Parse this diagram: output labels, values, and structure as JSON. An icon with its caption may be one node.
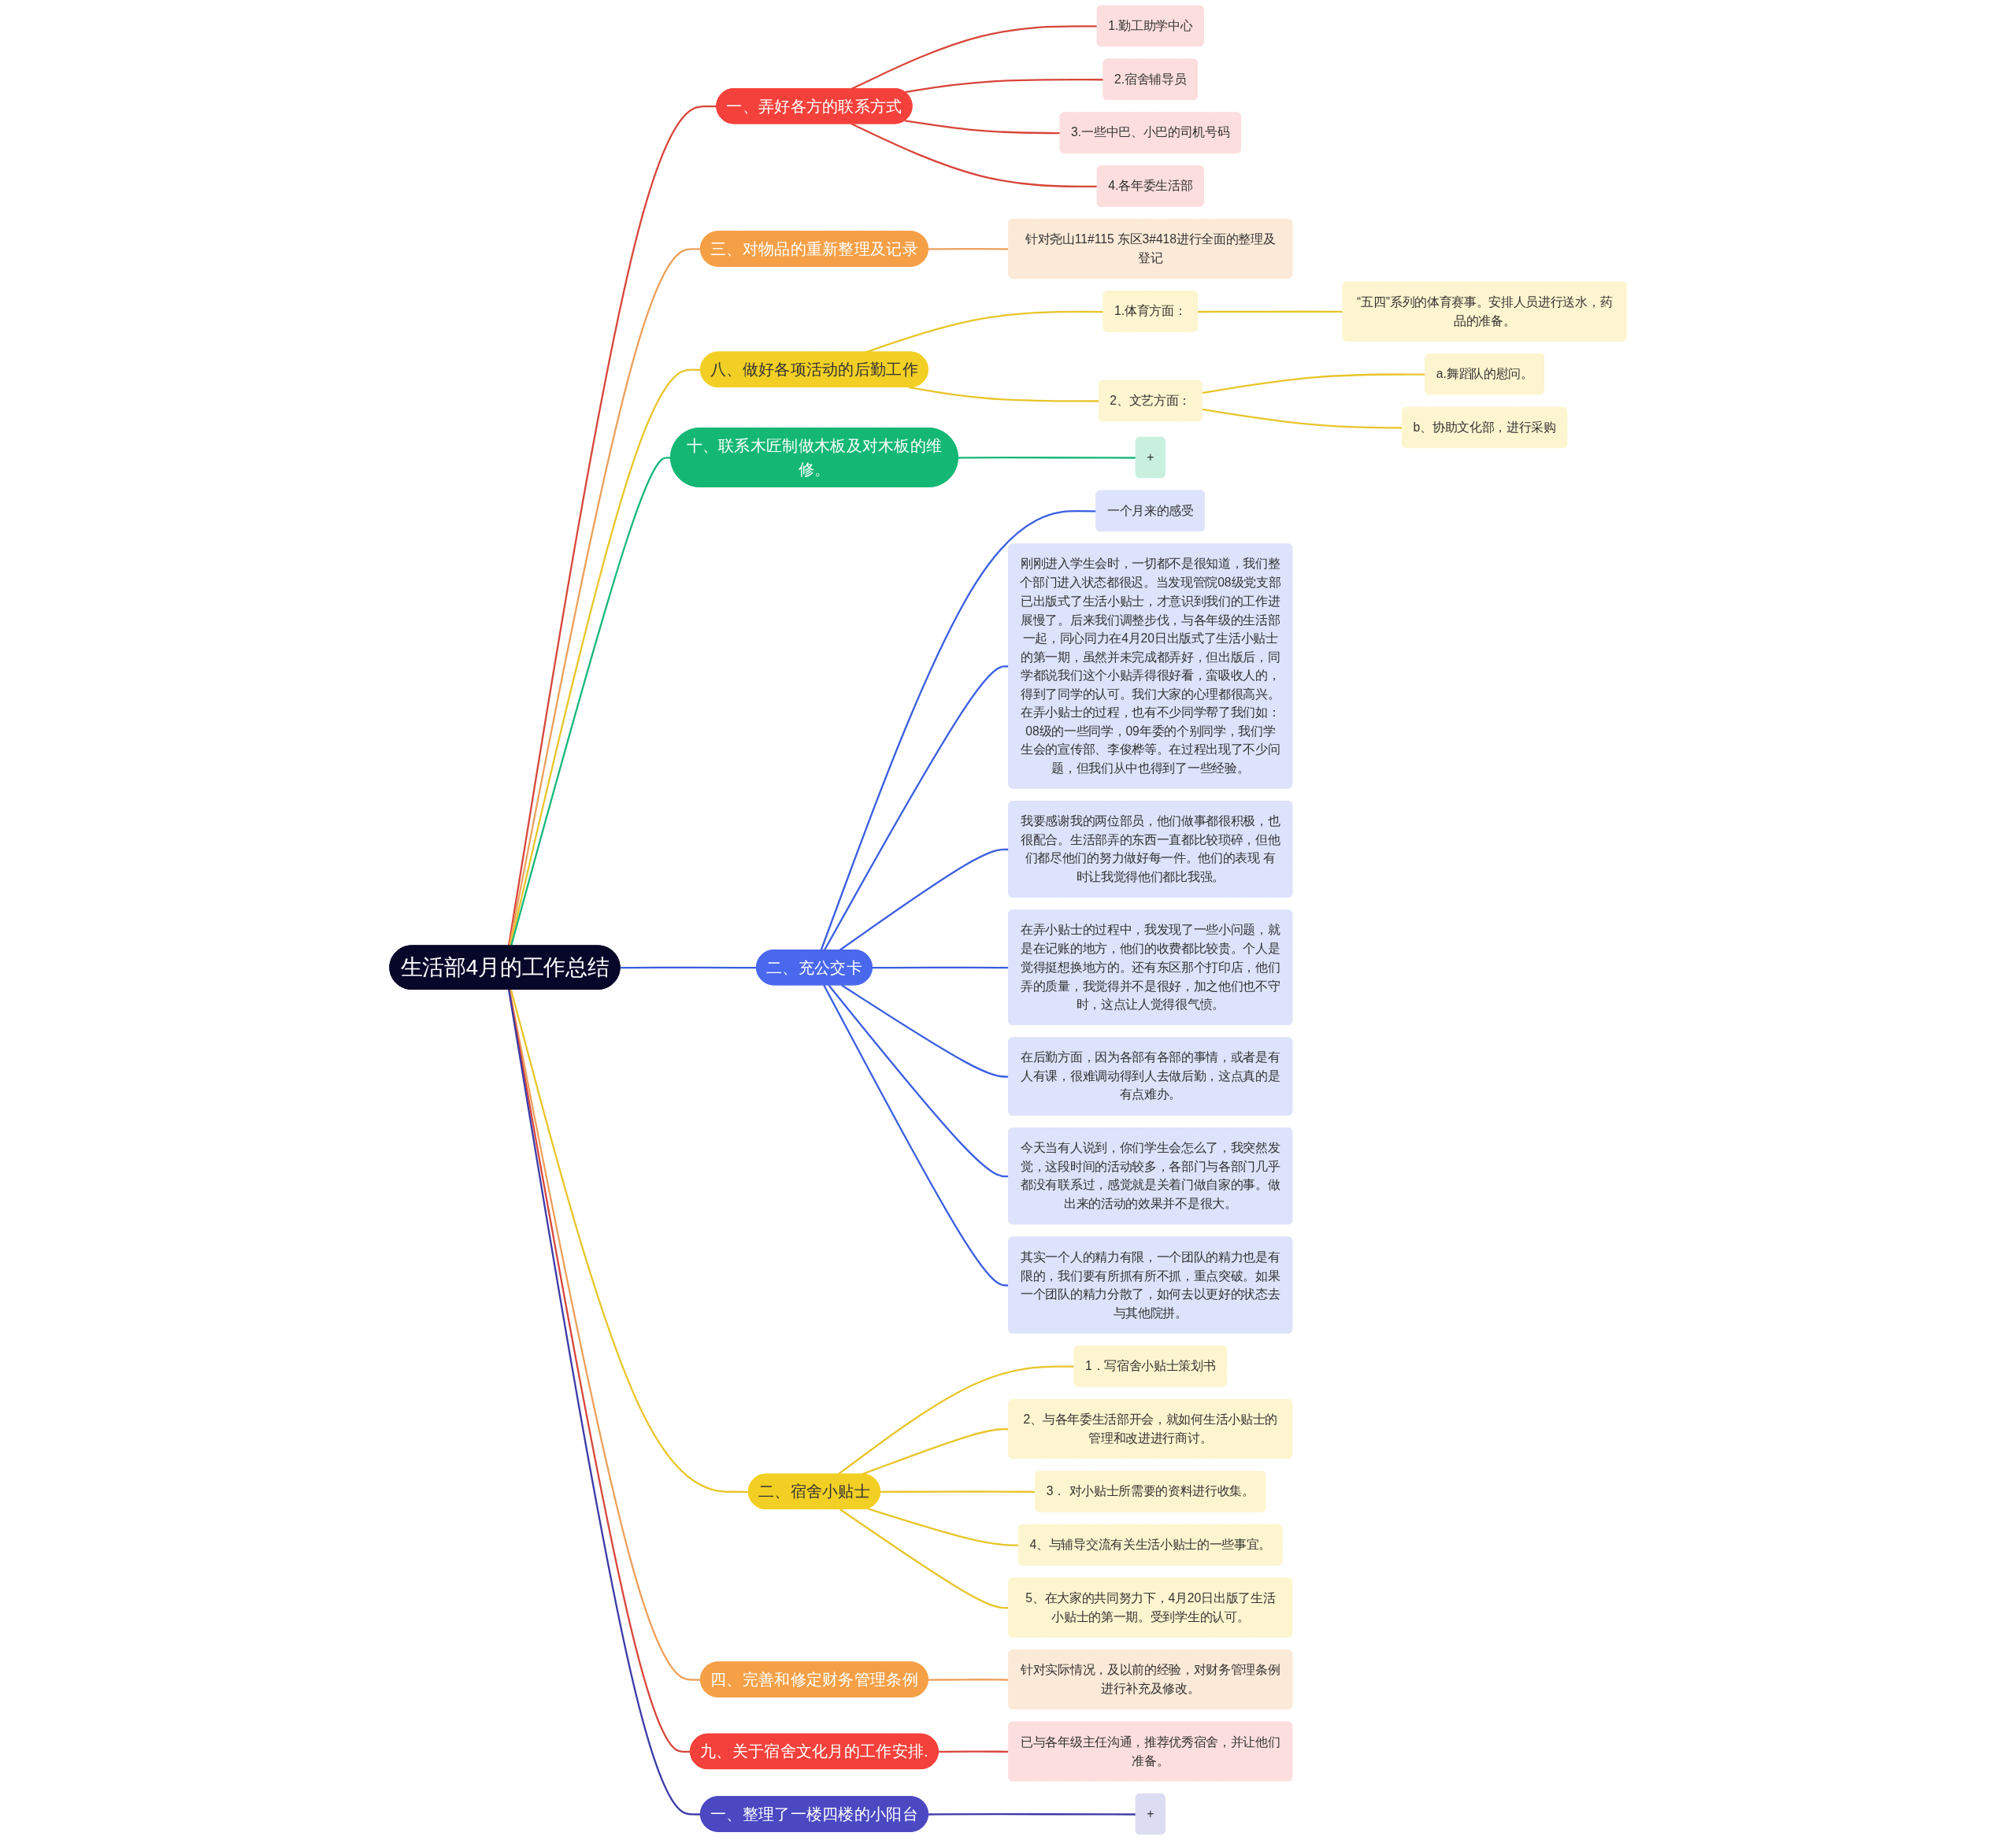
{
  "diagram": {
    "nodes": [
      {
        "text": [
          "生活部4月的工作总结"
        ]
      },
      {
        "text": [
          "一、弄好各方的联系方式"
        ]
      },
      {
        "text": [
          "1.勤工助学中心"
        ]
      },
      {
        "text": [
          "2.宿舍辅导员"
        ]
      },
      {
        "text": [
          "3.一些中巴、小巴的司机号码"
        ]
      },
      {
        "text": [
          "4.各年委生活部"
        ]
      },
      {
        "text": [
          "三、对物品的重新整理及记录"
        ]
      },
      {
        "text": [
          "针对尧山11#115 东区3#418进行全面的整理及登记"
        ]
      },
      {
        "text": [
          "八、做好各项活动的后勤工作"
        ]
      },
      {
        "text": [
          "1.体育方面："
        ]
      },
      {
        "text": [
          "“五四”系列的体育赛事。安排人员进行送水，药品的准备。"
        ]
      },
      {
        "text": [
          "2、文艺方面："
        ]
      },
      {
        "text": [
          "a.舞蹈队的慰问。"
        ]
      },
      {
        "text": [
          "b、协助文化部，进行采购"
        ]
      },
      {
        "text": [
          "十、联系木匠制做木板及对木板的维修。"
        ]
      },
      {
        "text": [
          "+"
        ]
      },
      {
        "text": [
          "二、充公交卡"
        ]
      },
      {
        "text": [
          "一个月来的感受"
        ]
      },
      {
        "text": [
          "刚刚进入学生会时，一切都不是很知道，我们整个部门进入状态都很迟。当发现管院08级党支部已出版式了生活小贴士，才意识到我们的工作进展慢了。后来我们调整步伐，与各年级的生活部一起，同心同力在4月20日出版式了生活小贴士的第一期，虽然并未完成都弄好，但出版后，同学都说我们这个小贴弄得很好看，蛮吸收人的，得到了同学的认可。我们大家的心理都很高兴。在弄小贴士的过程，也有不少同学帮了我们如：08级的一些同学，09年委的个别同学，我们学生会的宣传部、李俊桦等。在过程出现了不少问题，但我们从中也得到了一些经验。"
        ]
      },
      {
        "text": [
          "我要感谢我的两位部员，他们做事都很积极，也很配合。生活部弄的东西一直都比较琐碎，但他们都尽他们的努力做好每一件。他们的表现 有时让我觉得他们都比我强。"
        ]
      },
      {
        "text": [
          "在弄小贴士的过程中，我发现了一些小问题，就是在记账的地方，他们的收费都比较贵。个人是觉得挺想换地方的。还有东区那个打印店，他们弄的质量，我觉得并不是很好，加之他们也不守时，这点让人觉得很气愤。"
        ]
      },
      {
        "text": [
          "在后勤方面，因为各部有各部的事情，或者是有人有课，很难调动得到人去做后勤，这点真的是有点难办。"
        ]
      },
      {
        "text": [
          "今天当有人说到，你们学生会怎么了，我突然发觉，这段时间的活动较多，各部门与各部门几乎都没有联系过，感觉就是关着门做自家的事。做出来的活动的效果并不是很大。"
        ]
      },
      {
        "text": [
          "其实一个人的精力有限，一个团队的精力也是有限的，我们要有所抓有所不抓，重点突破。如果一个团队的精力分散了，如何去以更好的状态去与其他院拼。"
        ]
      },
      {
        "text": [
          "二、宿舍小贴士"
        ]
      },
      {
        "text": [
          "1．写宿舍小贴士策划书"
        ]
      },
      {
        "text": [
          "2、与各年委生活部开会，就如何生活小贴士的管理和改进进行商讨。"
        ]
      },
      {
        "text": [
          "3． 对小贴士所需要的资料进行收集。"
        ]
      },
      {
        "text": [
          "4、与辅导交流有关生活小贴士的一些事宜。"
        ]
      },
      {
        "text": [
          "5、在大家的共同努力下，4月20日出版了生活小贴士的第一期。受到学生的认可。"
        ]
      },
      {
        "text": [
          "四、完善和修定财务管理条例"
        ]
      },
      {
        "text": [
          "针对实际情况，及以前的经验，对财务管理条例进行补充及修改。"
        ]
      },
      {
        "text": [
          "九、关于宿舍文化月的工作安排."
        ]
      },
      {
        "text": [
          "已与各年级主任沟通，推荐优秀宿舍，并让他们准备。"
        ]
      },
      {
        "text": [
          "一、整理了一楼四楼的小阳台"
        ]
      },
      {
        "text": [
          "+"
        ]
      }
    ],
    "edges": [
      {
        "from": 0,
        "to": 1,
        "arrow": "none",
        "color": "#d8453a"
      },
      {
        "from": 1,
        "to": 2,
        "arrow": "none",
        "color": "#d8453a"
      },
      {
        "from": 1,
        "to": 3,
        "arrow": "none",
        "color": "#d8453a"
      },
      {
        "from": 1,
        "to": 4,
        "arrow": "none",
        "color": "#d8453a"
      },
      {
        "from": 1,
        "to": 5,
        "arrow": "none",
        "color": "#d8453a"
      },
      {
        "from": 0,
        "to": 6,
        "arrow": "none",
        "color": "#eda05a"
      },
      {
        "from": 6,
        "to": 7,
        "arrow": "none",
        "color": "#eda05a"
      },
      {
        "from": 0,
        "to": 8,
        "arrow": "none"
      },
      {
        "from": 8,
        "to": 9,
        "arrow": "none"
      },
      {
        "from": 9,
        "to": 10,
        "arrow": "none"
      },
      {
        "from": 8,
        "to": 11,
        "arrow": "none"
      },
      {
        "from": 11,
        "to": 12,
        "arrow": "none"
      },
      {
        "from": 11,
        "to": 13,
        "arrow": "none"
      },
      {
        "from": 0,
        "to": 14,
        "arrow": "none",
        "color": "#16b87a"
      },
      {
        "from": 14,
        "to": 15,
        "arrow": "none",
        "color": "#16b87a"
      },
      {
        "from": 0,
        "to": 16,
        "arrow": "none",
        "color": "#3b5ee0"
      },
      {
        "from": 16,
        "to": 17,
        "arrow": "none",
        "color": "#3b5ee0"
      },
      {
        "from": 16,
        "to": 18,
        "arrow": "none",
        "color": "#3b5ee0"
      },
      {
        "from": 16,
        "to": 19,
        "arrow": "none",
        "color": "#3b5ee0"
      },
      {
        "from": 16,
        "to": 20,
        "arrow": "none",
        "color": "#3b5ee0"
      },
      {
        "from": 16,
        "to": 21,
        "arrow": "none",
        "color": "#3b5ee0"
      },
      {
        "from": 16,
        "to": 22,
        "arrow": "none",
        "color": "#3b5ee0"
      },
      {
        "from": 16,
        "to": 23,
        "arrow": "none",
        "color": "#3b5ee0"
      },
      {
        "from": 0,
        "to": 24,
        "arrow": "none"
      },
      {
        "from": 24,
        "to": 25,
        "arrow": "none"
      },
      {
        "from": 24,
        "to": 26,
        "arrow": "none"
      },
      {
        "from": 24,
        "to": 27,
        "arrow": "none"
      },
      {
        "from": 24,
        "to": 28,
        "arrow": "none"
      },
      {
        "from": 24,
        "to": 29,
        "arrow": "none"
      },
      {
        "from": 0,
        "to": 30,
        "arrow": "none",
        "color": "#eda05a"
      },
      {
        "from": 30,
        "to": 31,
        "arrow": "none",
        "color": "#eda05a"
      },
      {
        "from": 0,
        "to": 32,
        "arrow": "none",
        "color": "#d8453a"
      },
      {
        "from": 32,
        "to": 33,
        "arrow": "none",
        "color": "#d8453a"
      },
      {
        "from": 0,
        "to": 34,
        "arrow": "none",
        "color": "#3b3aa8"
      },
      {
        "from": 34,
        "to": 35,
        "arrow": "none",
        "color": "#3b3aa8"
      }
    ]
  }
}
